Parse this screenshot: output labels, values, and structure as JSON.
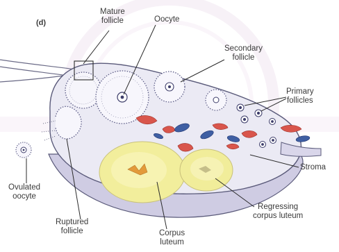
{
  "panel": {
    "id": "(d)"
  },
  "labels": {
    "mature_follicle": [
      "Mature",
      "follicle"
    ],
    "oocyte": "Oocyte",
    "secondary_follicle": [
      "Secondary",
      "follicle"
    ],
    "primary_follicles": [
      "Primary",
      "follicles"
    ],
    "stroma": "Stroma",
    "ovulated_oocyte": [
      "Ovulated",
      "oocyte"
    ],
    "ruptured_follicle": [
      "Ruptured",
      "follicle"
    ],
    "corpus_luteum": [
      "Corpus",
      "luteum"
    ],
    "regressing_corpus_luteum": [
      "Regressing",
      "corpus luteum"
    ]
  },
  "colors": {
    "outline": "#5a5a7a",
    "ovary_fill": "#ecebf4",
    "underside": "#c9c6de",
    "corpus_luteum": "#f3efa0",
    "blood_vessel": "#d9574e",
    "vein": "#3f5fa3",
    "label_line": "#2b2b2b",
    "background_watermark": "#f3eaf3"
  }
}
